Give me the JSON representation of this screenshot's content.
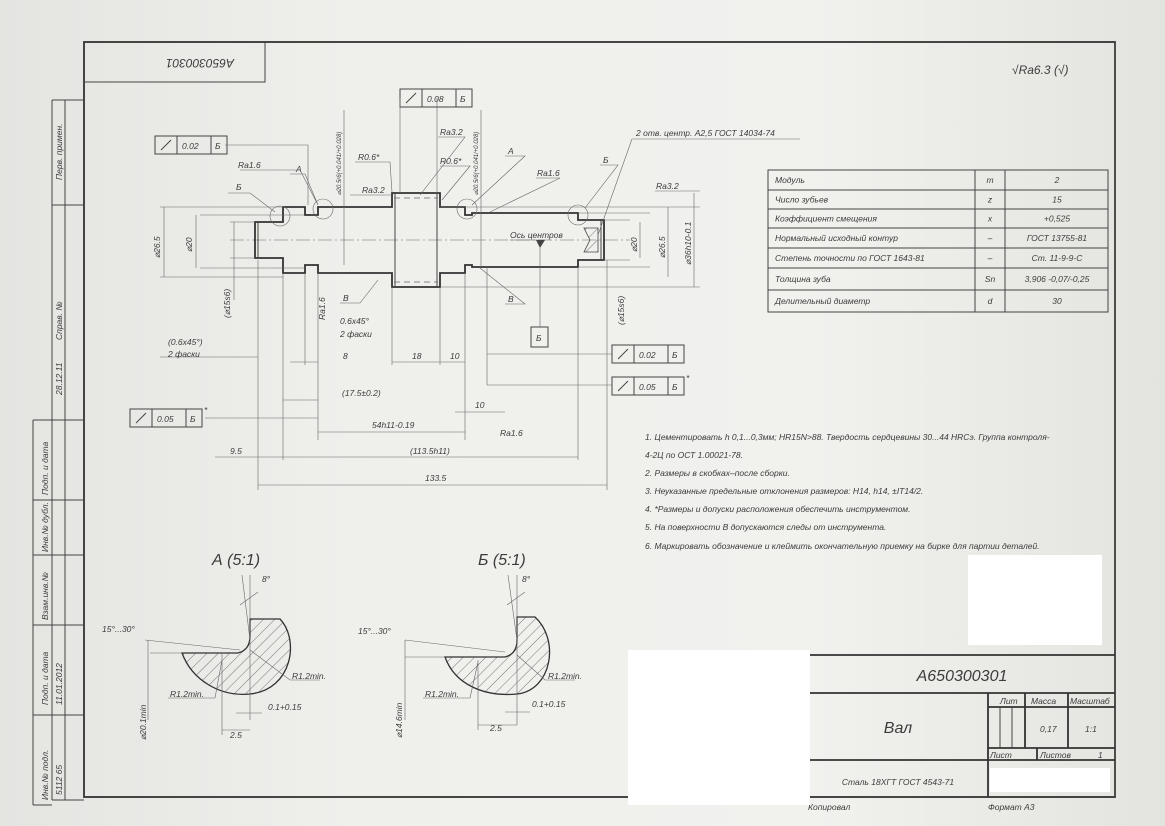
{
  "stamp_top": "A650300301",
  "general_roughness": "√Ra6.3 (√)",
  "main_view": {
    "tol_frames": [
      {
        "value": "0.02",
        "datum": "Б",
        "mark": ""
      },
      {
        "value": "0.08",
        "datum": "Б",
        "mark": ""
      },
      {
        "value": "0.02",
        "datum": "Б",
        "mark": ""
      },
      {
        "value": "0.05",
        "datum": "Б",
        "mark": "*"
      },
      {
        "value": "0.05",
        "datum": "Б",
        "mark": "*"
      }
    ],
    "datum_label": "Б",
    "roughness": {
      "r1": "Ra1.6",
      "r2": "Ra3.2",
      "r3": "Ra3.2",
      "r4": "Ra1.6",
      "r5": "Ra3.2",
      "r6": "Ra1.6",
      "r7": "Ra1.6"
    },
    "callouts": {
      "b_left": "Б",
      "a_left": "А",
      "r06_1": "R0.6*",
      "r06_2": "R0.6*",
      "a_right": "А",
      "b_right": "Б",
      "v_left": "В",
      "v_right": "В",
      "center_axis": "Ось центров",
      "center_holes": "2 отв. центр. А2,5 ГОСТ 14034-74"
    },
    "dims": {
      "d265_l": "⌀26.5",
      "d20_l": "⌀20",
      "d15_l": "(⌀15s6)",
      "d205_1": "⌀20.5r6(+0.041/+0.028)",
      "d205_2": "⌀20.5r6(+0.041/+0.028)",
      "d20_r": "⌀20",
      "d265_r": "⌀26.5",
      "d36": "⌀36h10-0.1",
      "d15_r": "(⌀15s6)",
      "ch1_a": "(0.6x45°)",
      "ch1_b": "2 фаски",
      "ch2_a": "0.6x45°",
      "ch2_b": "2 фаски",
      "l8": "8",
      "l18": "18",
      "l10a": "10",
      "l175": "(17.5±0.2)",
      "l10b": "10",
      "l54": "54h11-0.19",
      "l95": "9.5",
      "l1135": "(113.5h11)",
      "l1335": "133.5"
    }
  },
  "gear_table": [
    {
      "param": "Модуль",
      "sym": "m",
      "val": "2"
    },
    {
      "param": "Число зубьев",
      "sym": "z",
      "val": "15"
    },
    {
      "param": "Коэффициент смещения",
      "sym": "x",
      "val": "+0,525"
    },
    {
      "param": "Нормальный исходный контур",
      "sym": "–",
      "val": "ГОСТ 13755-81"
    },
    {
      "param": "Степень точности по ГОСТ 1643-81",
      "sym": "–",
      "val": "Ст. 11-9-9-С"
    },
    {
      "param": "Толщина зуба",
      "sym": "Sn",
      "val": "3,906 -0,07/-0,25"
    },
    {
      "param": "Делительный диаметр",
      "sym": "d",
      "val": "30"
    }
  ],
  "notes": [
    "1. Цементировать h 0,1...0,3мм; HR15N>88. Твердость сердцевины 30...44 HRCэ. Группа контроля-",
    "4-2Ц по ОСТ 1.00021-78.",
    "2. Размеры в скобках–после сборки.",
    "3. Неуказанные предельные отклонения размеров: H14, h14, ±IT14/2.",
    "4. *Размеры и допуски расположения обеспечить инструментом.",
    "5. На поверхности В допускаются следы от инструмента.",
    "6. Маркировать обозначение и клеймить окончательную приемку на бирке для партии деталей."
  ],
  "section_a": {
    "title": "А (5:1)",
    "angle": "8°",
    "chamfer": "15°...30°",
    "r_outer": "R1.2min.",
    "r_inner": "R1.2min.",
    "gap": "0.1+0.15",
    "width": "2.5",
    "diam": "⌀20.1min"
  },
  "section_b": {
    "title": "Б (5:1)",
    "angle": "8°",
    "chamfer": "15°...30°",
    "r_outer": "R1.2min.",
    "r_inner": "R1.2min.",
    "gap": "0.1+0.15",
    "width": "2.5",
    "diam": "⌀14.6min"
  },
  "title_block": {
    "designation": "A650300301",
    "name": "Вал",
    "lit": "Лит",
    "mass_label": "Масса",
    "scale_label": "Масштаб",
    "mass": "0,17",
    "scale": "1:1",
    "sheet_label": "Лист",
    "sheets_label": "Листов",
    "sheets": "1",
    "material": "Сталь 18ХГТ ГОСТ 4543-71",
    "copied": "Копировал",
    "format": "Формат А3"
  },
  "side_strip": {
    "perv": "Перв. примен.",
    "sprav": "Справ. №",
    "podp1": "Подп. и дата",
    "inv_dubl": "Инв.№ дубл.",
    "vzam": "Взам.инв.№",
    "podp2": "Подп. и дата",
    "inv_podl": "Инв.№ подл.",
    "inv_value": "5112 65",
    "date1": "11.01.2012",
    "date2": "28.12.11"
  }
}
